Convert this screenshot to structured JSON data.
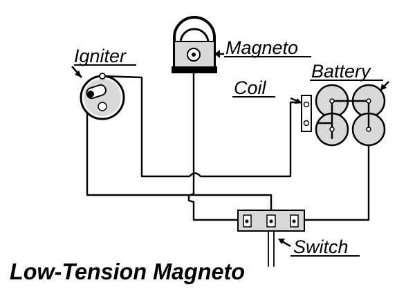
{
  "diagram": {
    "title": "Low-Tension Magneto",
    "labels": {
      "igniter": "Igniter",
      "magneto": "Magneto",
      "coil": "Coil",
      "battery": "Battery",
      "switch": "Switch"
    }
  }
}
